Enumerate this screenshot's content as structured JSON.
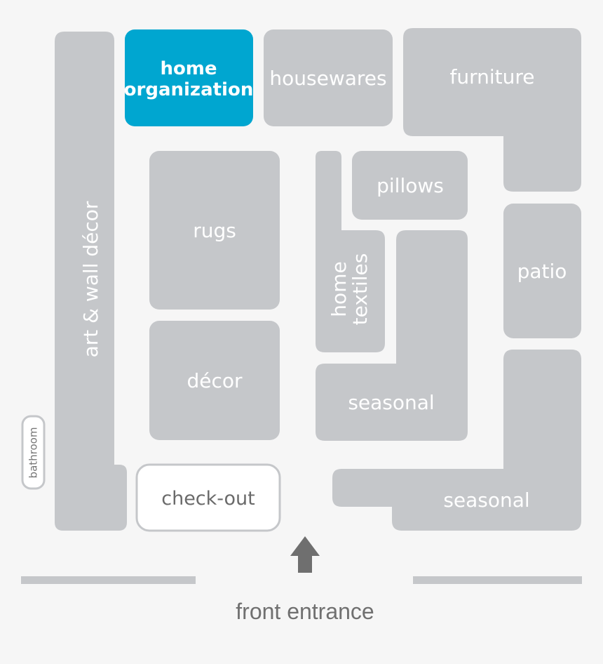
{
  "colors": {
    "background": "#f6f6f6",
    "zone_fill": "#c5c7ca",
    "highlight_fill": "#00a6d0",
    "checkout_border": "#c5c7ca",
    "arrow": "#6f6f6f",
    "wall": "#c5c7ca"
  },
  "zones": {
    "home_organization": {
      "line1": "home",
      "line2": "organization",
      "highlighted": true
    },
    "housewares": {
      "label": "housewares"
    },
    "furniture": {
      "label": "furniture"
    },
    "art_wall_decor": {
      "label": "art & wall décor"
    },
    "rugs": {
      "label": "rugs"
    },
    "home_textiles": {
      "line1": "home",
      "line2": "textiles"
    },
    "pillows": {
      "label": "pillows"
    },
    "patio": {
      "label": "patio"
    },
    "decor": {
      "label": "décor"
    },
    "seasonal_center": {
      "label": "seasonal"
    },
    "seasonal_right": {
      "label": "seasonal"
    },
    "checkout": {
      "label": "check-out"
    },
    "bathroom": {
      "label": "bathroom"
    }
  },
  "entrance": {
    "label": "front entrance",
    "icon": "arrow-up-icon"
  }
}
